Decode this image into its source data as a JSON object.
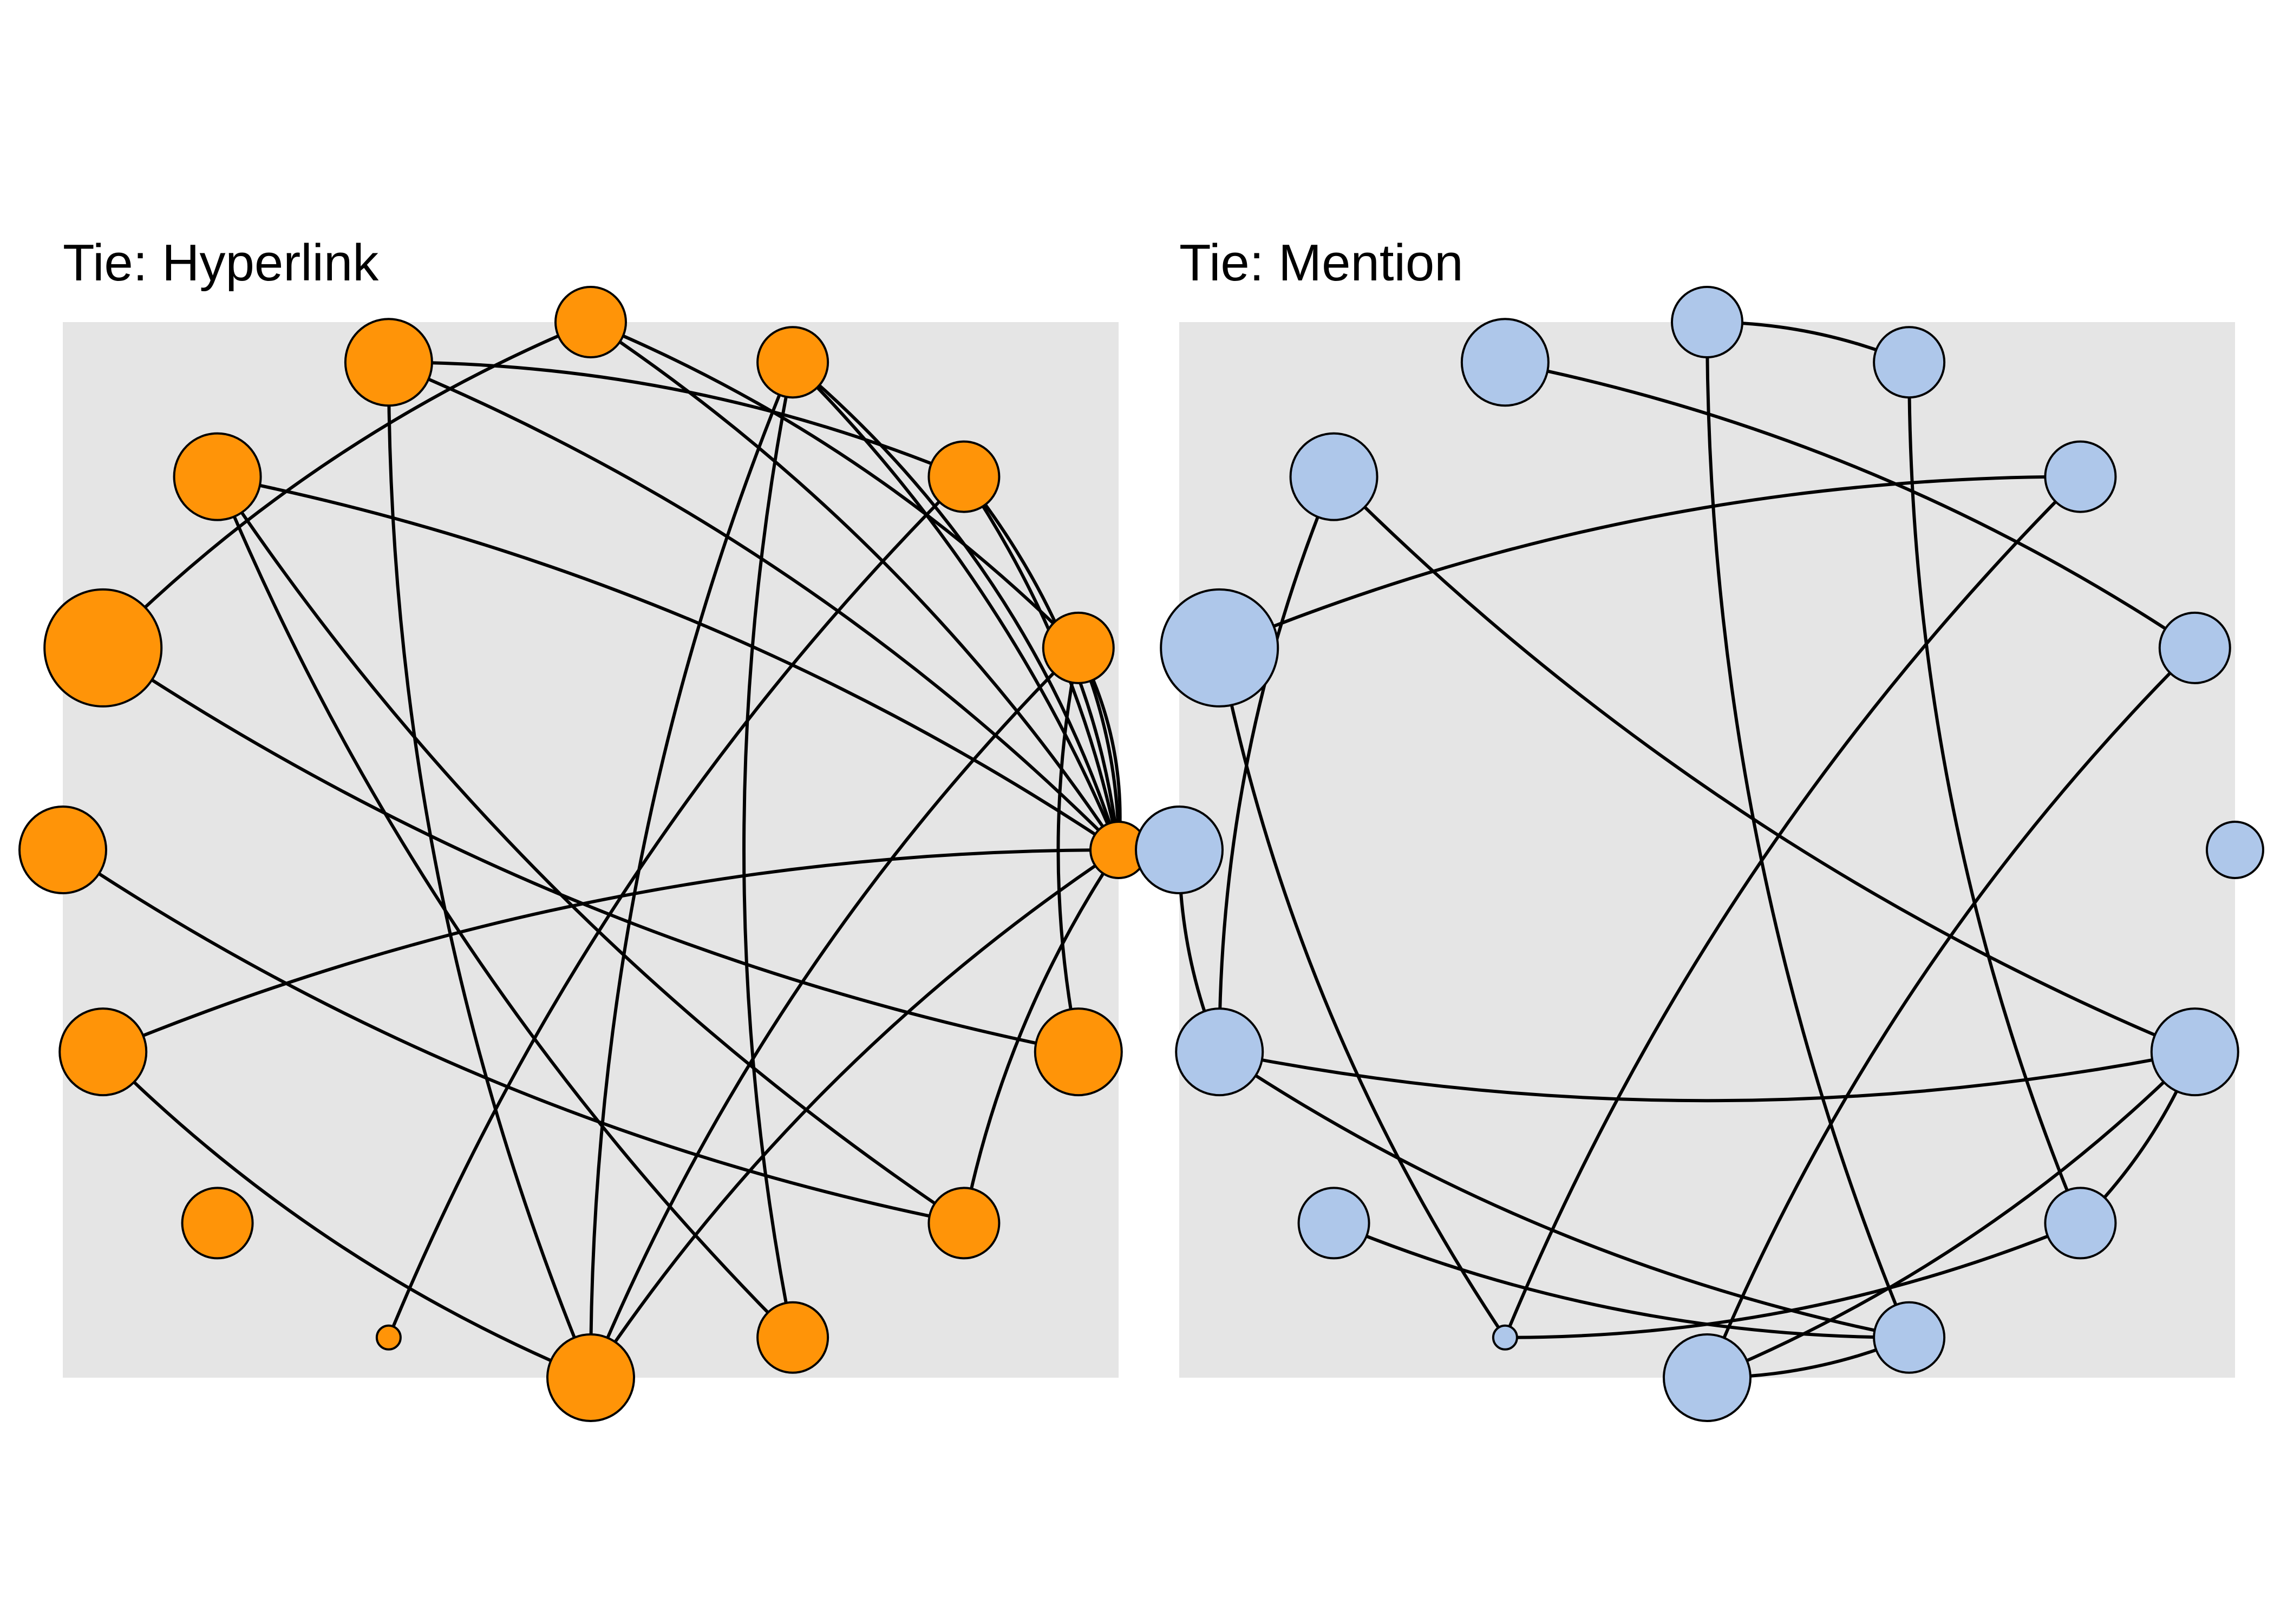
{
  "figure": {
    "background": "#ffffff",
    "panel_background": "#e5e5e5",
    "edge_color": "#000000",
    "node_stroke": "#000000"
  },
  "panels": [
    {
      "id": "hyperlink",
      "title": "Tie: Hyperlink",
      "node_color": "#ff9408",
      "node_sizes": [
        2,
        3,
        3,
        3,
        3,
        4,
        4,
        5,
        4,
        4,
        3,
        1,
        4,
        3,
        3,
        4
      ],
      "edges": [
        [
          0,
          1
        ],
        [
          0,
          1
        ],
        [
          0,
          2
        ],
        [
          0,
          2
        ],
        [
          0,
          3
        ],
        [
          0,
          3
        ],
        [
          0,
          4
        ],
        [
          0,
          5
        ],
        [
          0,
          6
        ],
        [
          0,
          9
        ],
        [
          0,
          12
        ],
        [
          0,
          14
        ],
        [
          1,
          4
        ],
        [
          1,
          12
        ],
        [
          1,
          15
        ],
        [
          2,
          5
        ],
        [
          2,
          11
        ],
        [
          3,
          12
        ],
        [
          3,
          13
        ],
        [
          4,
          7
        ],
        [
          5,
          12
        ],
        [
          6,
          13
        ],
        [
          6,
          14
        ],
        [
          7,
          15
        ],
        [
          8,
          14
        ],
        [
          9,
          12
        ]
      ]
    },
    {
      "id": "mention",
      "title": "Tie: Mention",
      "node_color": "#aec7ea",
      "node_sizes": [
        2,
        3,
        3,
        3,
        3,
        4,
        4,
        5,
        4,
        4,
        3,
        1,
        4,
        3,
        3,
        4
      ],
      "edges": [
        [
          1,
          5
        ],
        [
          1,
          12
        ],
        [
          2,
          7
        ],
        [
          2,
          11
        ],
        [
          3,
          4
        ],
        [
          3,
          14
        ],
        [
          4,
          13
        ],
        [
          6,
          15
        ],
        [
          6,
          9
        ],
        [
          7,
          11
        ],
        [
          8,
          9
        ],
        [
          9,
          13
        ],
        [
          9,
          15
        ],
        [
          10,
          13
        ],
        [
          11,
          14
        ],
        [
          12,
          13
        ],
        [
          12,
          15
        ],
        [
          14,
          15
        ]
      ]
    }
  ]
}
